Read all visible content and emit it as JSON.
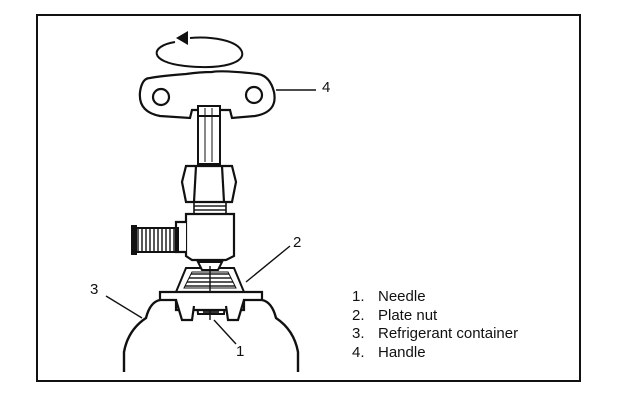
{
  "callouts": {
    "c1": "1",
    "c2": "2",
    "c3": "3",
    "c4": "4"
  },
  "legend": [
    {
      "num": "1.",
      "label": "Needle"
    },
    {
      "num": "2.",
      "label": "Plate nut"
    },
    {
      "num": "3.",
      "label": "Refrigerant container"
    },
    {
      "num": "4.",
      "label": "Handle"
    }
  ],
  "colors": {
    "ink": "#111111",
    "paper": "#ffffff",
    "shade": "#555555"
  }
}
